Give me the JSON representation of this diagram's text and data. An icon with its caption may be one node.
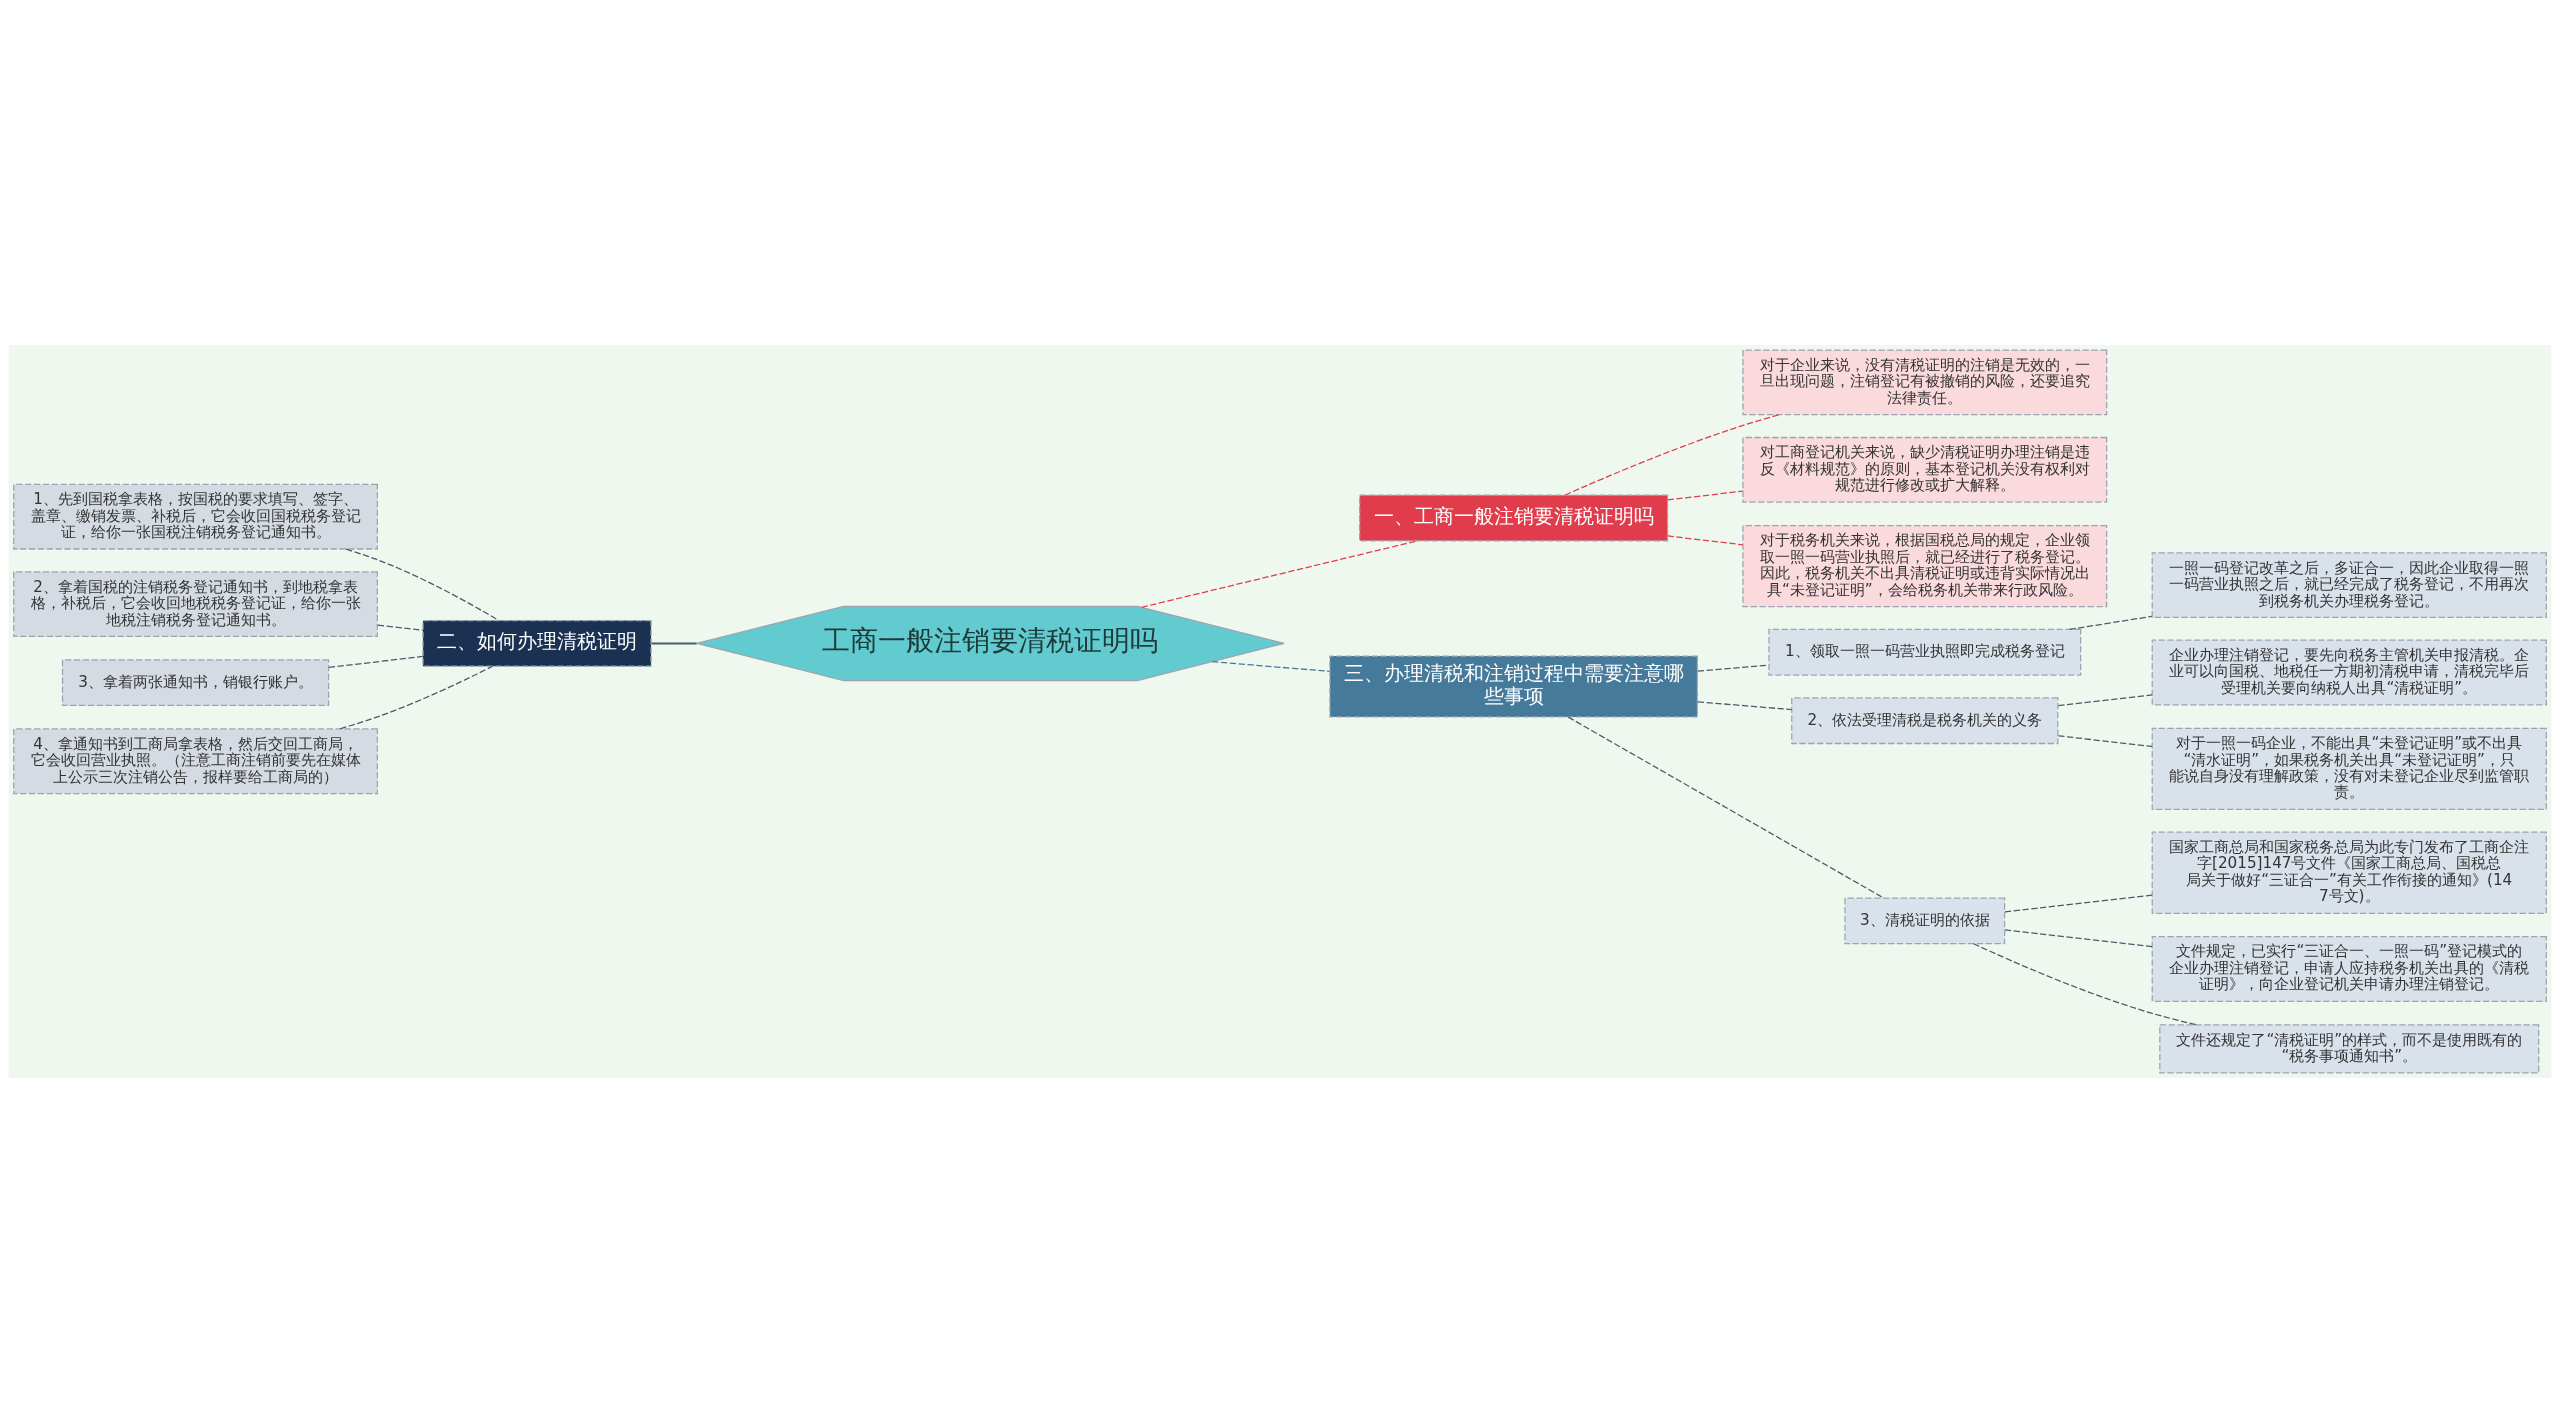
{
  "diagram": {
    "nodes": [
      {
        "text": [
          "工商一般注销要清税证明吗"
        ]
      },
      {
        "text": [
          "一、工商一般注销要清税证明吗"
        ]
      },
      {
        "text": [
          "对于企业来说，没有清税证明的注销是无效的，一旦出现问题，注销登记有被撤销的风险，还要追究法律责任。"
        ]
      },
      {
        "text": [
          "对工商登记机关来说，缺少清税证明办理注销是违反《材料规范》的原则，基本登记机关没有权利对规范进行修改或扩大解释。"
        ]
      },
      {
        "text": [
          "对于税务机关来说，根据国税总局的规定，企业领取一照一码营业执照后，就已经进行了税务登记。因此，税务机关不出具清税证明或违背实际情况出具“未登记证明”，会给税务机关带来行政风险。"
        ]
      },
      {
        "text": [
          "二、如何办理清税证明"
        ]
      },
      {
        "text": [
          "1、先到国税拿表格，按国税的要求填写、签字、盖章、缴销发票、补税后，它会收回国税税务登记证，给你一张国税注销税务登记通知书。"
        ]
      },
      {
        "text": [
          "2、拿着国税的注销税务登记通知书，到地税拿表格，补税后，它会收回地税税务登记证，给你一张地税注销税务登记通知书。"
        ]
      },
      {
        "text": [
          "3、拿着两张通知书，销银行账户。"
        ]
      },
      {
        "text": [
          "4、拿通知书到工商局拿表格，然后交回工商局，它会收回营业执照。（注意工商注销前要先在媒体上公示三次注销公告，报样要给工商局的）"
        ]
      },
      {
        "text": [
          "三、办理清税和注销过程中需要注意哪些事项"
        ]
      },
      {
        "text": [
          "1、领取一照一码营业执照即完成税务登记"
        ]
      },
      {
        "text": [
          "一照一码登记改革之后，多证合一，因此企业取得一照一码营业执照之后，就已经完成了税务登记，不用再次到税务机关办理税务登记。"
        ]
      },
      {
        "text": [
          "2、依法受理清税是税务机关的义务"
        ]
      },
      {
        "text": [
          "企业办理注销登记，要先向税务主管机关申报清税。企业可以向国税、地税任一方期初清税申请，清税完毕后受理机关要向纳税人出具“清税证明”。"
        ]
      },
      {
        "text": [
          "对于一照一码企业，不能出具“未登记证明”或不出具“清水证明”，如果税务机关出具“未登记证明”，只能说自身没有理解政策，没有对未登记企业尽到监管职责。"
        ]
      },
      {
        "text": [
          "3、清税证明的依据"
        ]
      },
      {
        "text": [
          "国家工商总局和国家税务总局为此专门发布了工商企注字[2015]147号文件《国家工商总局、国税总局关于做好“三证合一”有关工作衔接的通知》(147号文)。"
        ]
      },
      {
        "text": [
          "文件规定，已实行“三证合一、一照一码”登记模式的企业办理注销登记，申请人应持税务机关出具的《清税证明》，向企业登记机关申请办理注销登记。"
        ]
      },
      {
        "text": [
          "文件还规定了“清税证明”的样式，而不是使用既有的“税务事项通知书”。"
        ]
      }
    ],
    "edges": [
      {
        "from": 0,
        "to": 1,
        "arrow": "none",
        "style": "dashed",
        "color": "#e03c4c"
      },
      {
        "from": 1,
        "to": 2,
        "arrow": "none",
        "style": "dashed",
        "color": "#e03c4c"
      },
      {
        "from": 1,
        "to": 3,
        "arrow": "none",
        "style": "dashed",
        "color": "#e03c4c"
      },
      {
        "from": 1,
        "to": 4,
        "arrow": "none",
        "style": "dashed",
        "color": "#e03c4c"
      },
      {
        "from": 0,
        "to": 5,
        "arrow": "none"
      },
      {
        "from": 5,
        "to": 6,
        "arrow": "none",
        "style": "dashed"
      },
      {
        "from": 5,
        "to": 7,
        "arrow": "none",
        "style": "dashed"
      },
      {
        "from": 5,
        "to": 8,
        "arrow": "none",
        "style": "dashed"
      },
      {
        "from": 5,
        "to": 9,
        "arrow": "none",
        "style": "dashed"
      },
      {
        "from": 0,
        "to": 10,
        "arrow": "none",
        "style": "dashed",
        "color": "#457a9b"
      },
      {
        "from": 10,
        "to": 11,
        "arrow": "none",
        "style": "dashed"
      },
      {
        "from": 11,
        "to": 12,
        "arrow": "none",
        "style": "dashed"
      },
      {
        "from": 10,
        "to": 13,
        "arrow": "none",
        "style": "dashed"
      },
      {
        "from": 13,
        "to": 14,
        "arrow": "none",
        "style": "dashed"
      },
      {
        "from": 13,
        "to": 15,
        "arrow": "none",
        "style": "dashed"
      },
      {
        "from": 10,
        "to": 16,
        "arrow": "none",
        "style": "dashed"
      },
      {
        "from": 16,
        "to": 17,
        "arrow": "none",
        "style": "dashed"
      },
      {
        "from": 16,
        "to": 18,
        "arrow": "none",
        "style": "dashed"
      },
      {
        "from": 16,
        "to": 19,
        "arrow": "none",
        "style": "dashed"
      }
    ]
  }
}
